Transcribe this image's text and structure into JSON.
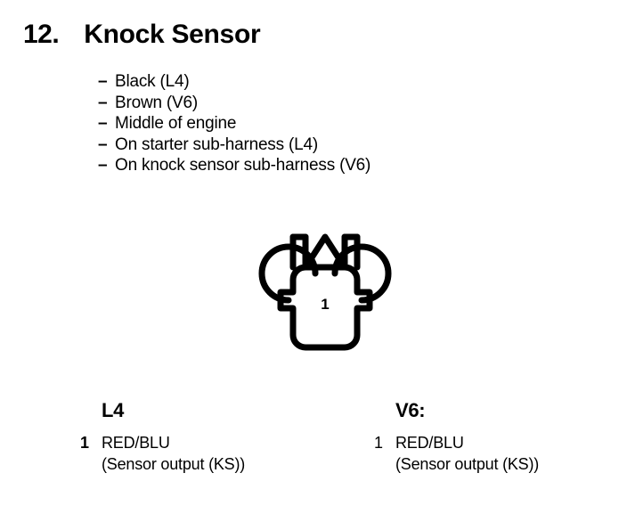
{
  "page": {
    "background_color": "#ffffff",
    "ink_color": "#000000"
  },
  "title": {
    "number": "12.",
    "text": "Knock Sensor"
  },
  "specs": {
    "dash": "–",
    "items": [
      {
        "label": "Black (L4)"
      },
      {
        "label": "Brown (V6)"
      },
      {
        "label": "Middle of engine"
      },
      {
        "label": "On starter sub-harness (L4)"
      },
      {
        "label": "On knock sensor sub-harness (V6)"
      }
    ]
  },
  "connector": {
    "icon_name": "connector-outline-icon",
    "pin_label": "1"
  },
  "pin_tables": [
    {
      "key": "l4",
      "heading": "L4",
      "heading_bold": true,
      "rows": [
        {
          "index": "1",
          "index_bold": true,
          "wire_color": "RED/BLU",
          "description": "(Sensor output (KS))"
        }
      ]
    },
    {
      "key": "v6",
      "heading": "V6:",
      "heading_bold": true,
      "rows": [
        {
          "index": "1",
          "index_bold": false,
          "wire_color": "RED/BLU",
          "description": "(Sensor output (KS))"
        }
      ]
    }
  ]
}
